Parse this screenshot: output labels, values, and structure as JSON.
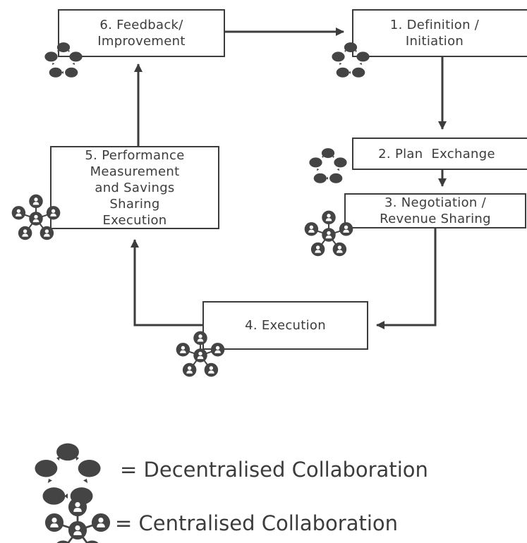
{
  "steps": {
    "s1": {
      "line1": "1. Definition /",
      "line2": "Initiation",
      "collab": "decentralised-icon"
    },
    "s2": {
      "line1": "2. Plan  Exchange",
      "collab": "decentralised-icon"
    },
    "s3": {
      "line1": "3. Negotiation /",
      "line2": "Revenue Sharing",
      "collab": "centralised-icon"
    },
    "s4": {
      "line1": "4. Execution",
      "collab": "centralised-icon"
    },
    "s5": {
      "line1": "5. Performance",
      "line2": "Measurement",
      "line3": "and Savings",
      "line4": "Sharing",
      "line5": "Execution",
      "collab": "centralised-icon"
    },
    "s6": {
      "line1": "6. Feedback/",
      "line2": "Improvement",
      "collab": "decentralised-icon"
    }
  },
  "legend": {
    "decentralised": "= Decentralised Collaboration",
    "centralised": "= Centralised Collaboration"
  },
  "colors": {
    "stroke": "#3c3c3c",
    "icon": "#444444",
    "background": "#ffffff"
  }
}
